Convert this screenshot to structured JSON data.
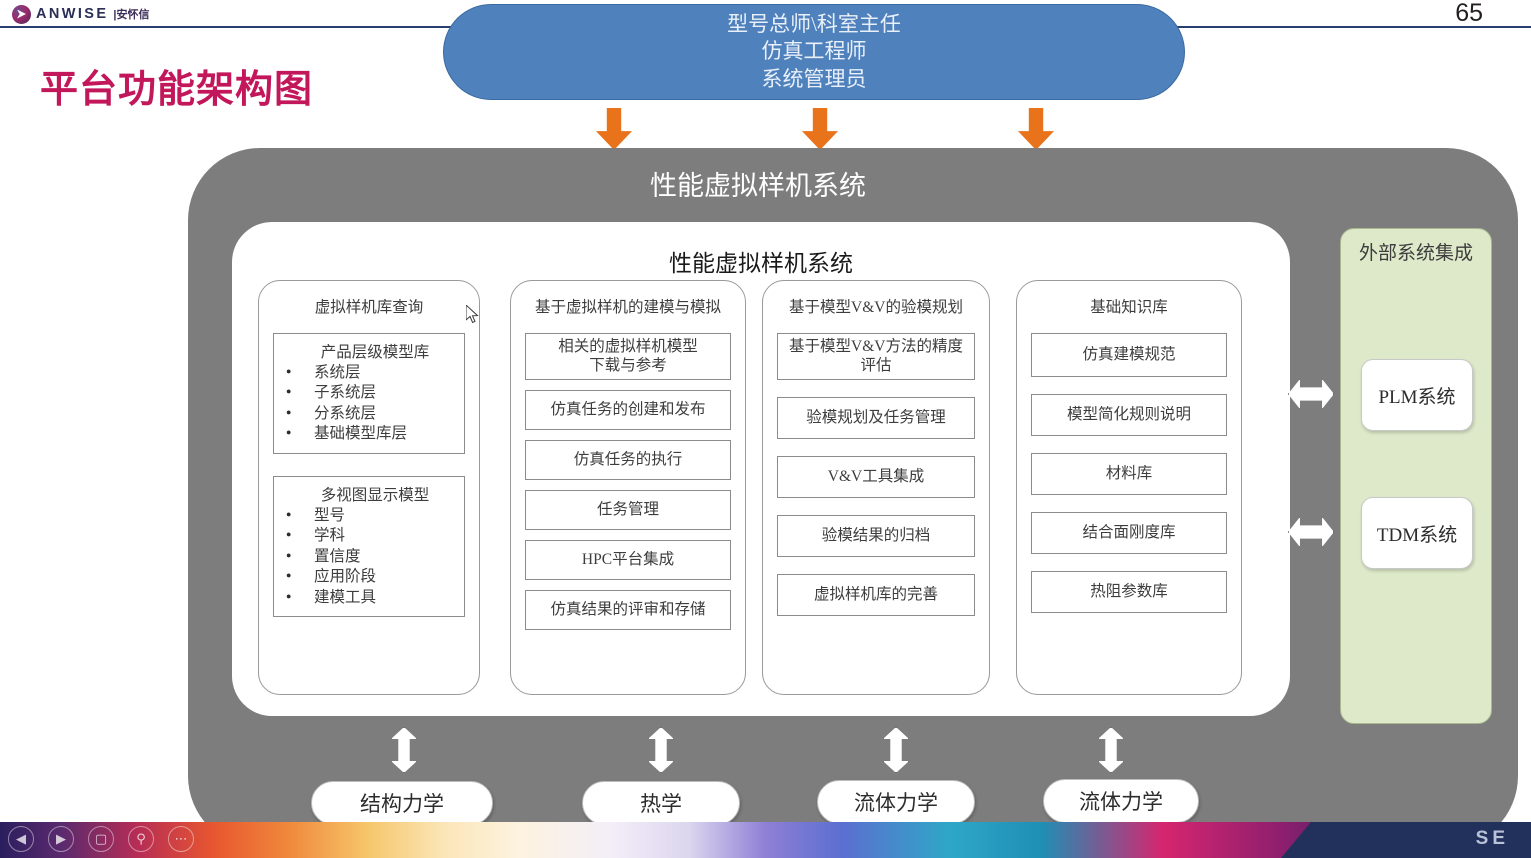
{
  "header": {
    "logo_text": "ANWISE",
    "logo_cn": "|安怀信",
    "page_number": "65"
  },
  "slide": {
    "title": "平台功能架构图"
  },
  "roles_pill": {
    "lines": [
      "型号总师\\科室主任",
      "仿真工程师",
      "系统管理员"
    ],
    "fill_color": "#4f81bd"
  },
  "outer_container": {
    "title": "性能虚拟样机系统",
    "fill_color": "#7d7d7d"
  },
  "inner_panel": {
    "title": "性能虚拟样机系统",
    "fill_color": "#ffffff"
  },
  "columns": [
    {
      "title": "虚拟样机库查询",
      "list_boxes": [
        {
          "heading": "产品层级模型库",
          "items": [
            "系统层",
            "子系统层",
            "分系统层",
            "基础模型库层"
          ]
        },
        {
          "heading": "多视图显示模型",
          "items": [
            "型号",
            "学科",
            "置信度",
            "应用阶段",
            "建模工具"
          ]
        }
      ]
    },
    {
      "title": "基于虚拟样机的建模与模拟",
      "items": [
        "相关的虚拟样机模型\n下载与参考",
        "仿真任务的创建和发布",
        "仿真任务的执行",
        "任务管理",
        "HPC平台集成",
        "仿真结果的评审和存储"
      ]
    },
    {
      "title": "基于模型V&V的验模规划",
      "items": [
        "基于模型V&V方法的精度\n评估",
        "验模规划及任务管理",
        "V&V工具集成",
        "验模结果的归档",
        "虚拟样机库的完善"
      ]
    },
    {
      "title": "基础知识库",
      "items": [
        "仿真建模规范",
        "模型简化规则说明",
        "材料库",
        "结合面刚度库",
        "热阻参数库"
      ]
    }
  ],
  "external_panel": {
    "title": "外部系统集成",
    "fill_color": "#dde9c9",
    "items": [
      "PLM系统",
      "TDM系统"
    ]
  },
  "disciplines": [
    "结构力学",
    "热学",
    "流体力学",
    "流体力学"
  ],
  "taskbar": {
    "icons": [
      "back-icon",
      "forward-icon",
      "folder-icon",
      "search-icon",
      "more-icon"
    ],
    "brand": "SE"
  }
}
